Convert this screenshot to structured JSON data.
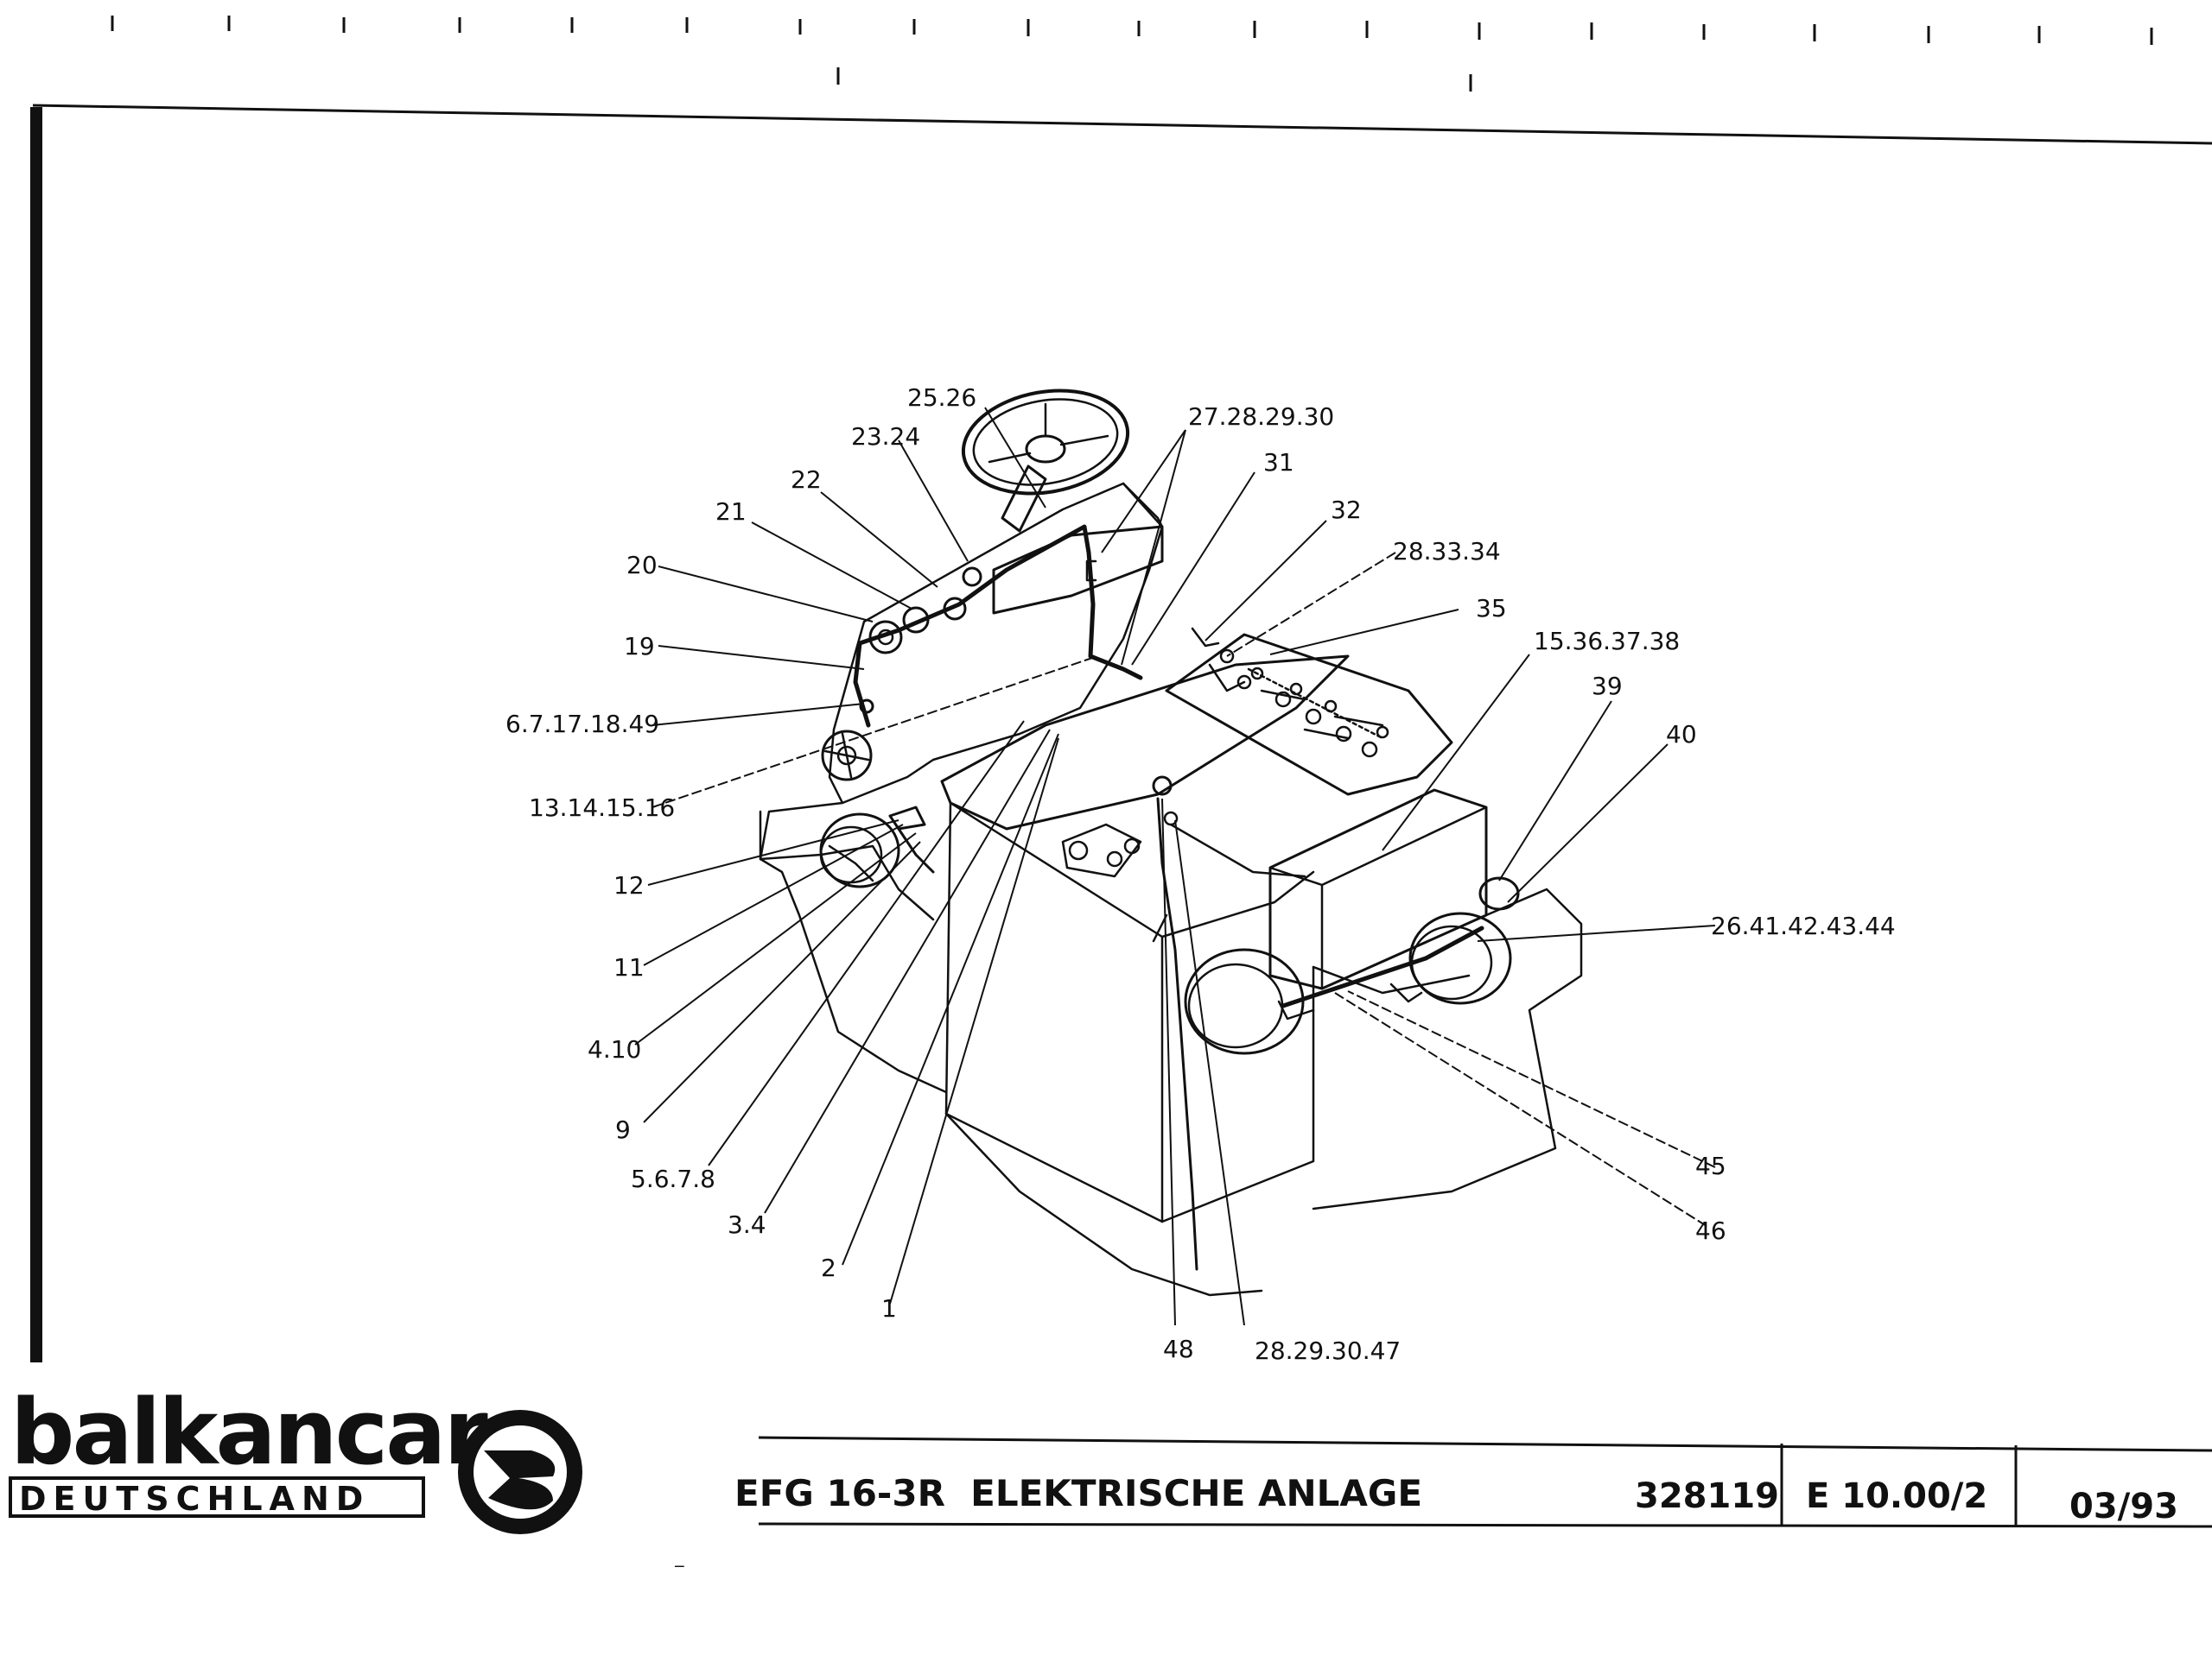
{
  "brand": {
    "name": "balkancar",
    "subtitle": "DEUTSCHLAND"
  },
  "title_block": {
    "title": "EFG 16-3R  ELEKTRISCHE ANLAGE",
    "part_number": "328119",
    "drawing_number": "E 10.00/2",
    "date": "03/93"
  },
  "callouts": {
    "c25_26": "25.26",
    "c23_24": "23.24",
    "c22": "22",
    "c21": "21",
    "c20": "20",
    "c19": "19",
    "c6_7_17_18_49": "6.7.17.18.49",
    "c13_14_15_16": "13.14.15.16",
    "c12": "12",
    "c11": "11",
    "c4_10": "4.10",
    "c9": "9",
    "c5_6_7_8": "5.6.7.8",
    "c3_4": "3.4",
    "c2": "2",
    "c1": "1",
    "c48": "48",
    "c28_29_30_47": "28.29.30.47",
    "c27_28_29_30": "27.28.29.30",
    "c31": "31",
    "c32": "32",
    "c28_33_34": "28.33.34",
    "c35": "35",
    "c15_36_37_38": "15.36.37.38",
    "c39": "39",
    "c40": "40",
    "c26_41_42_43_44": "26.41.42.43.44",
    "c45": "45",
    "c46": "46"
  }
}
